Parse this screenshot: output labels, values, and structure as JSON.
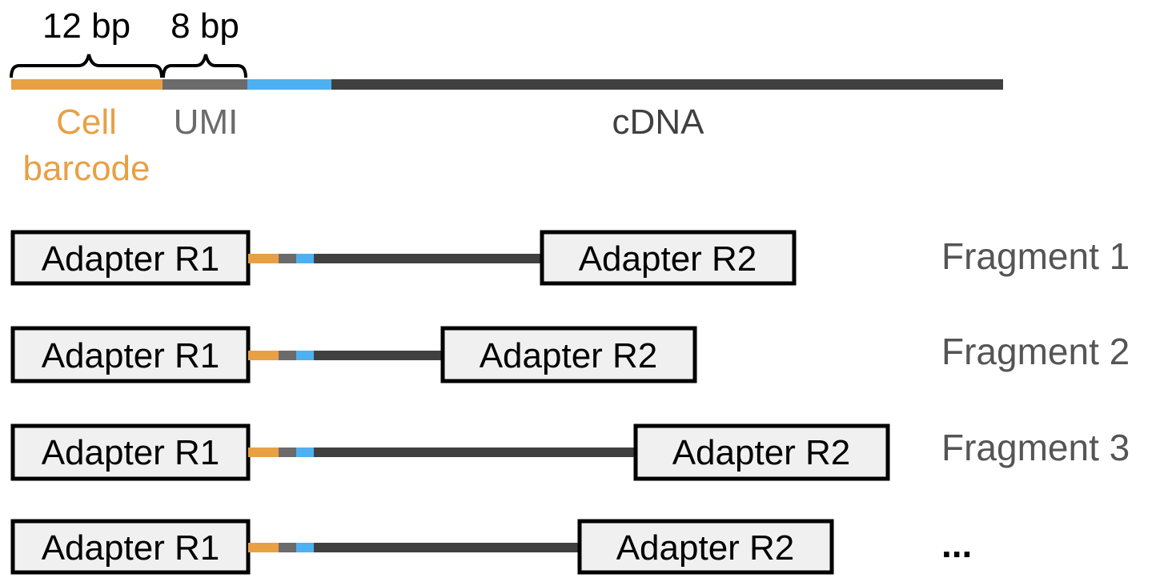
{
  "colors": {
    "barcode": "#E8A044",
    "umi": "#6B6B6B",
    "linker": "#4DB0F0",
    "cdna": "#404040",
    "adapter_fill": "#F0F0F0",
    "adapter_border": "#000000",
    "fragment_label": "#555555"
  },
  "read_structure": {
    "barcode_length_label": "12 bp",
    "umi_length_label": "8 bp",
    "barcode_label_line1": "Cell",
    "barcode_label_line2": "barcode",
    "umi_label": "UMI",
    "cdna_label": "cDNA"
  },
  "adapters": {
    "r1_label": "Adapter R1",
    "r2_label": "Adapter R2"
  },
  "fragments": [
    {
      "label": "Fragment 1"
    },
    {
      "label": "Fragment 2"
    },
    {
      "label": "Fragment 3"
    },
    {
      "label": "..."
    }
  ]
}
